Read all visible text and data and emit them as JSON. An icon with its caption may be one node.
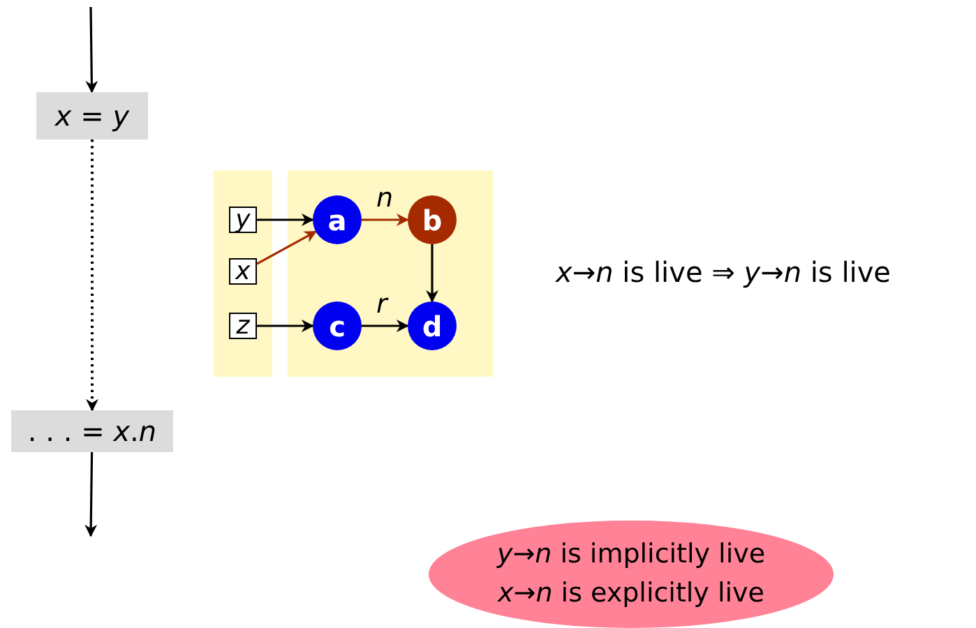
{
  "diagram": {
    "nodes": [
      {
        "text": [
          "*x* = *y*"
        ]
      },
      {
        "text": [
          ". . . = *x*.*n*"
        ]
      },
      {
        "text": [],
        "shape": "box"
      },
      {
        "text": [],
        "shape": "box"
      },
      {
        "text": [
          "y"
        ],
        "in": 2
      },
      {
        "text": [
          "x"
        ],
        "in": 2
      },
      {
        "text": [
          "z"
        ],
        "in": 2
      },
      {
        "text": [
          "a"
        ],
        "in": 3
      },
      {
        "text": [
          "b"
        ],
        "in": 3
      },
      {
        "text": [
          "c"
        ],
        "in": 3
      },
      {
        "text": [
          "d"
        ],
        "in": 3
      },
      {
        "text": [
          "*y*→*n* is implicitly live",
          "*x*→*n* is explicitly live"
        ]
      }
    ],
    "edges": [
      {
        "from": null,
        "to": 0,
        "arrow": "to"
      },
      {
        "from": 0,
        "to": 1,
        "arrow": "to",
        "style": "dashed"
      },
      {
        "from": 1,
        "to": null,
        "arrow": "to"
      },
      {
        "from": 4,
        "to": 7,
        "arrow": "to"
      },
      {
        "from": 5,
        "to": 7,
        "arrow": "to",
        "color": "#a52a00"
      },
      {
        "from": 7,
        "to": 8,
        "arrow": "to",
        "label": "n",
        "color": "#a52a00"
      },
      {
        "from": 8,
        "to": 10,
        "arrow": "to"
      },
      {
        "from": 6,
        "to": 9,
        "arrow": "to"
      },
      {
        "from": 9,
        "to": 10,
        "arrow": "to",
        "label": "r"
      }
    ],
    "labels": [
      "*x*→*n* is live ⇒ *y*→*n* is live"
    ]
  }
}
